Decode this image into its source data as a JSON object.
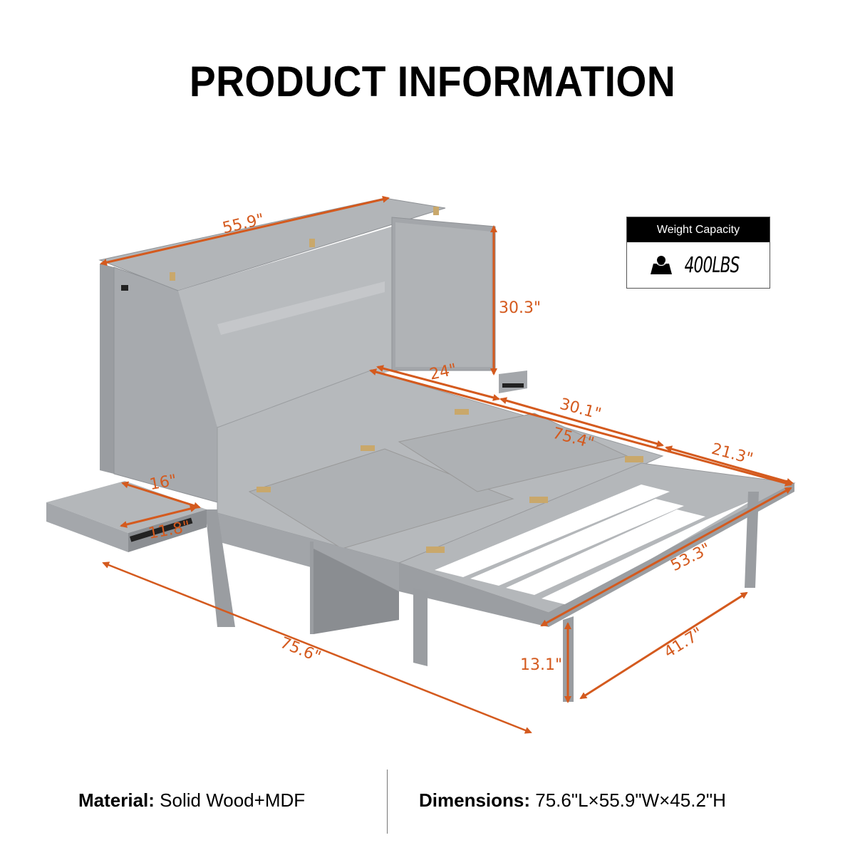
{
  "title": "PRODUCT INFORMATION",
  "weight_capacity": {
    "label": "Weight Capacity",
    "value": "400LBS",
    "icon": "weight-icon"
  },
  "dimension_labels": {
    "top_width": "55.9\"",
    "cabinet_height": "30.3\"",
    "inner_depth": "24\"",
    "middle_section": "30.1\"",
    "total_length": "75.4\"",
    "end_section": "21.3\"",
    "bed_width": "53.3\"",
    "leg_height": "13.1\"",
    "leg_span": "41.7\"",
    "overall_length": "75.6\"",
    "nightstand_length": "16\"",
    "nightstand_depth": "11.8\""
  },
  "footer": {
    "material_label": "Material:",
    "material_value": "Solid Wood+MDF",
    "dimensions_label": "Dimensions:",
    "dimensions_value": "75.6\"L×55.9\"W×45.2\"H"
  },
  "colors": {
    "accent": "#d45a1e",
    "product_gray": "#a9acaf",
    "product_dark": "#8d9094",
    "text": "#000000"
  }
}
